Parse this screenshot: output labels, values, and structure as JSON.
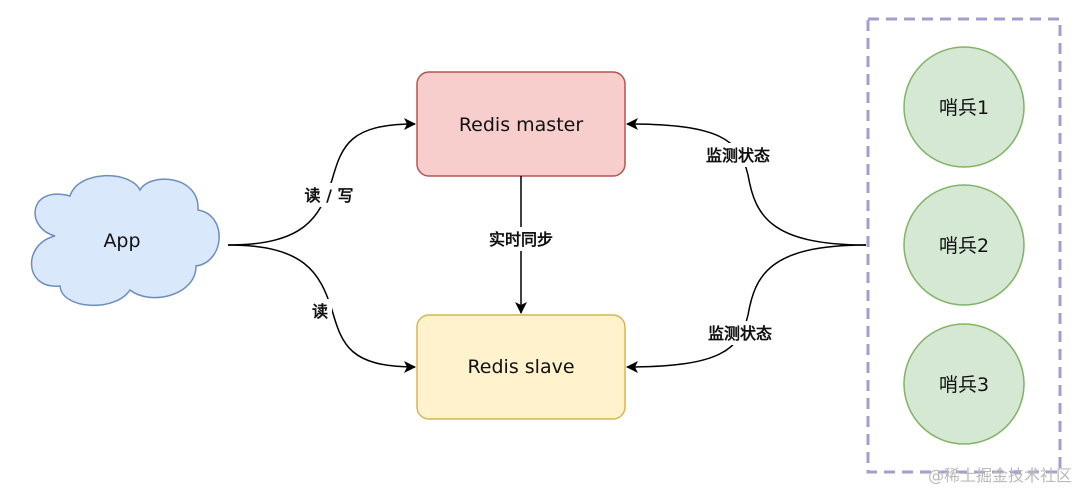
{
  "nodes": {
    "app": {
      "label": "App",
      "fill": "#dae8fc",
      "stroke": "#6c8ebf"
    },
    "master": {
      "label": "Redis master",
      "fill": "#f8cecc",
      "stroke": "#b85450"
    },
    "slave": {
      "label": "Redis slave",
      "fill": "#fff2cc",
      "stroke": "#d6b656"
    },
    "sentinels": [
      {
        "label": "哨兵1"
      },
      {
        "label": "哨兵2"
      },
      {
        "label": "哨兵3"
      }
    ],
    "sentinel_style": {
      "fill": "#d5e8d4",
      "stroke": "#82b366"
    },
    "sentinel_group_border": "#a49dd0"
  },
  "edges": {
    "app_master": "读 / 写",
    "app_slave": "读",
    "master_slave": "实时同步",
    "monitor_master": "监测状态",
    "monitor_slave": "监测状态"
  },
  "watermark": "@稀土掘金技术社区"
}
